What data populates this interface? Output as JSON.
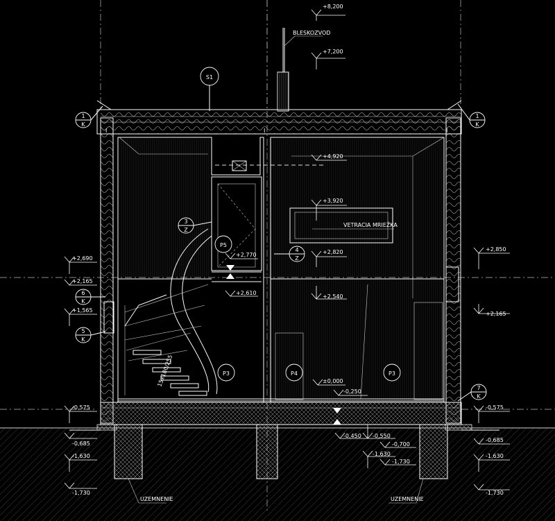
{
  "sheet": {
    "levels": [
      "+8,200",
      "+7,200",
      "+4,920",
      "+3,920",
      "+2,820",
      "+2,540",
      "+2,850",
      "+2,165",
      "+2,690",
      "+2,165",
      "+1,565",
      "+2,770",
      "+2,610",
      "±0,000",
      "-0,250",
      "-0,575",
      "-0,575",
      "-0,685",
      "-1,630",
      "-1,730",
      "-0,450",
      "-0,550",
      "-0,700",
      "-1,630",
      "-1,730",
      "-0,685",
      "-1,630",
      "-1,730"
    ],
    "callouts": [
      {
        "top": "1",
        "bottom": "K"
      },
      {
        "top": "1",
        "bottom": "K"
      },
      {
        "top": "3",
        "bottom": "Z"
      },
      {
        "top": "4",
        "bottom": "Z"
      },
      {
        "top": "6",
        "bottom": "K"
      },
      {
        "top": "5",
        "bottom": "K"
      },
      {
        "top": "7",
        "bottom": "K"
      }
    ],
    "section_mark": "S1",
    "labels": {
      "lightning": "BLESKOZVOD",
      "vent": "VETRACIA  MRIEŽKA",
      "stair": "15x180/255",
      "ground_left": "UZEMNENIE",
      "ground_right": "UZEMNENIE"
    },
    "pillars": [
      "P5",
      "P3",
      "P4",
      "P3"
    ],
    "colors": {
      "background": "#000000",
      "lines": "#ffffff"
    }
  }
}
